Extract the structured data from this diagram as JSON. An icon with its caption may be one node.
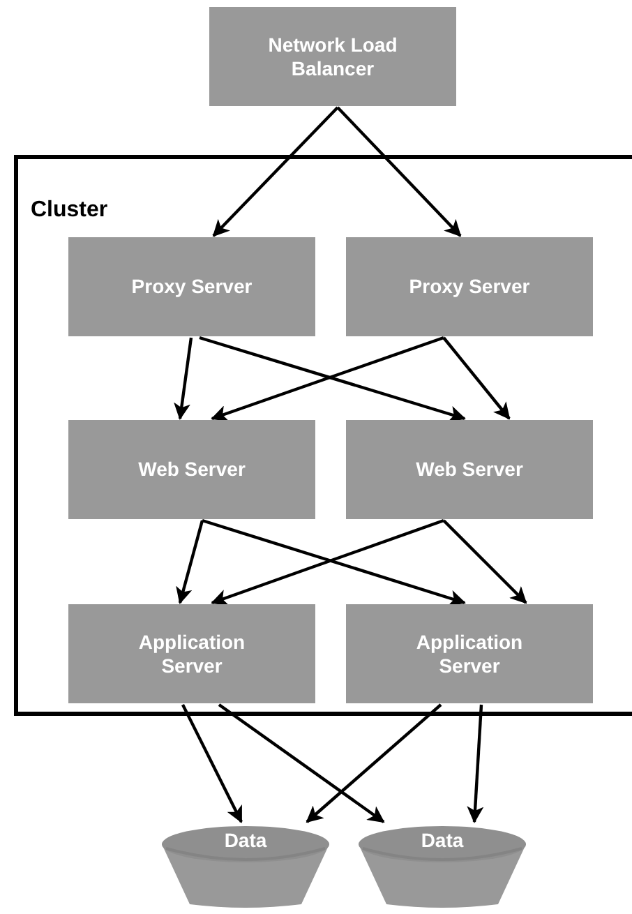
{
  "diagram": {
    "nodes": [
      {
        "text": [
          "Network Load Balancer"
        ]
      },
      {
        "text": [
          "Cluster"
        ]
      },
      {
        "text": [
          "Proxy Server"
        ],
        "in": 1
      },
      {
        "text": [
          "Proxy Server"
        ],
        "in": 1
      },
      {
        "text": [
          "Web Server"
        ],
        "in": 1
      },
      {
        "text": [
          "Web Server"
        ],
        "in": 1
      },
      {
        "text": [
          "Application Server"
        ],
        "in": 1
      },
      {
        "text": [
          "Application Server"
        ],
        "in": 1
      },
      {
        "text": [
          "Data"
        ]
      },
      {
        "text": [
          "Data"
        ]
      }
    ],
    "edges": [
      {
        "from": 0,
        "to": 2,
        "arrow": "to"
      },
      {
        "from": 0,
        "to": 3,
        "arrow": "to"
      },
      {
        "from": 2,
        "to": 4,
        "arrow": "to"
      },
      {
        "from": 2,
        "to": 5,
        "arrow": "to"
      },
      {
        "from": 3,
        "to": 4,
        "arrow": "to"
      },
      {
        "from": 3,
        "to": 5,
        "arrow": "to"
      },
      {
        "from": 4,
        "to": 6,
        "arrow": "to"
      },
      {
        "from": 4,
        "to": 7,
        "arrow": "to"
      },
      {
        "from": 5,
        "to": 6,
        "arrow": "to"
      },
      {
        "from": 5,
        "to": 7,
        "arrow": "to"
      },
      {
        "from": 6,
        "to": 8,
        "arrow": "to"
      },
      {
        "from": 6,
        "to": 9,
        "arrow": "to"
      },
      {
        "from": 7,
        "to": 8,
        "arrow": "to"
      },
      {
        "from": 7,
        "to": 9,
        "arrow": "to"
      }
    ]
  }
}
